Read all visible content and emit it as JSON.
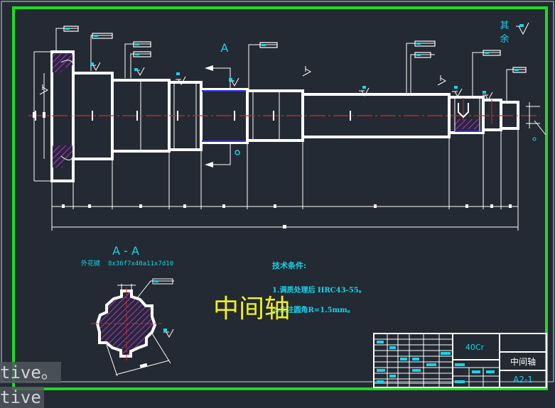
{
  "colors": {
    "background": "#232a33",
    "frame": "#1fdc1f",
    "outline": "#ffffff",
    "annotation": "#17d3e8",
    "centerline": "#e0241e",
    "hatch": "#8a1fbf",
    "hatch_edge": "#3232ff",
    "title": "#f2ef22"
  },
  "drawing": {
    "main_title": "中间轴",
    "section_marker": "A",
    "section_title": "A - A",
    "spline_label": "外花键",
    "spline_spec": "8x36f7x40a11x7d10",
    "roughness_note_line1": "其",
    "roughness_note_line2": "余",
    "tech_requirements": {
      "heading": "技术条件:",
      "items": [
        "1.调质处理后 HRC43-55。",
        "2.未注圆角R=1.5mm。"
      ]
    }
  },
  "title_block": {
    "material": "40Cr",
    "part_name": "中间轴",
    "drawing_no": "A2-1"
  },
  "overlay": {
    "line1": "tive。",
    "line2": "tive"
  }
}
